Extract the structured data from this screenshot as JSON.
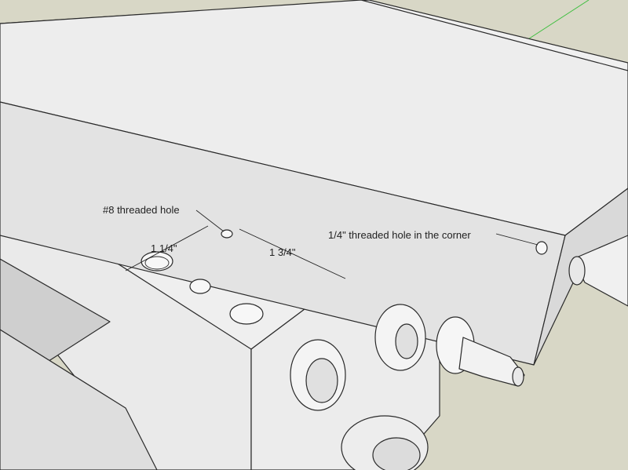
{
  "annotations": {
    "threaded_hole_8": "#8 threaded hole",
    "dimension_left": "1  1/4\"",
    "dimension_right": "1  3/4\"",
    "corner_hole": "1/4\" threaded hole in the corner"
  },
  "colors": {
    "background": "#d8d7c6",
    "face_light": "#f2f2f2",
    "face_mid": "#e2e2e2",
    "face_dark": "#cfcfcf",
    "edge": "#2a2a2a",
    "axis_green": "#3fbf3f"
  }
}
